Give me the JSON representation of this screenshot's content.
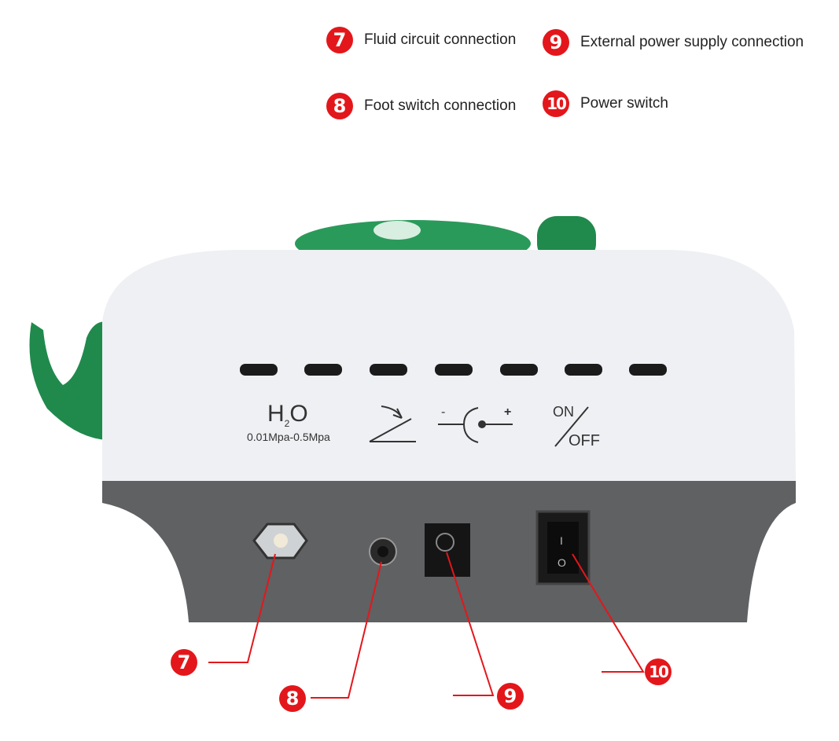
{
  "legend": [
    {
      "number": "7",
      "label": "Fluid circuit connection"
    },
    {
      "number": "8",
      "label": "Foot switch connection"
    },
    {
      "number": "9",
      "label": "External power supply connection"
    },
    {
      "number": "10",
      "label": "Power switch"
    }
  ],
  "device_labels": {
    "h2o": "H",
    "h2o_sub": "2",
    "h2o_o": "O",
    "pressure": "0.01Mpa-0.5Mpa",
    "dc_minus": "-",
    "dc_plus": "+",
    "on": "ON",
    "off": "OFF",
    "switch_on": "I",
    "switch_off": "O"
  },
  "callouts": [
    "7",
    "8",
    "9",
    "10"
  ],
  "colors": {
    "badge": "#e3171b",
    "green": "#1f8a4c",
    "body_white": "#eef0f3",
    "base_gray": "#5f6163"
  }
}
